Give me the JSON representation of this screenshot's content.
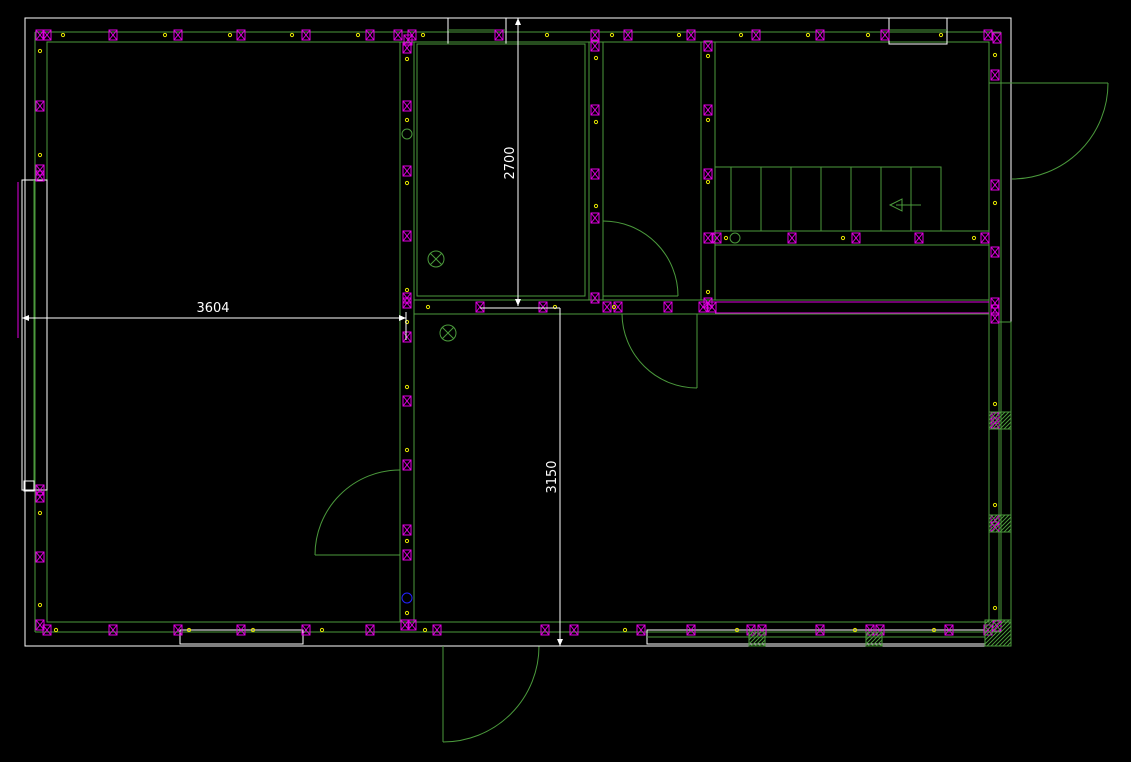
{
  "drawing": {
    "colors": {
      "background": "#000000",
      "wall": "#ffffff",
      "structure": "#4b9a3c",
      "stud": "#e000e0",
      "point": "#e6e600",
      "dimension": "#ffffff",
      "marker": "#2222ff"
    },
    "dimensions": {
      "room_width": "3604",
      "room_depth": "2700",
      "corridor_depth": "3150"
    },
    "symbols": {
      "light_fixture": "cross-circle-icon",
      "stair_direction": "arrow-left-icon",
      "outlet_marker": "circle-icon"
    }
  }
}
